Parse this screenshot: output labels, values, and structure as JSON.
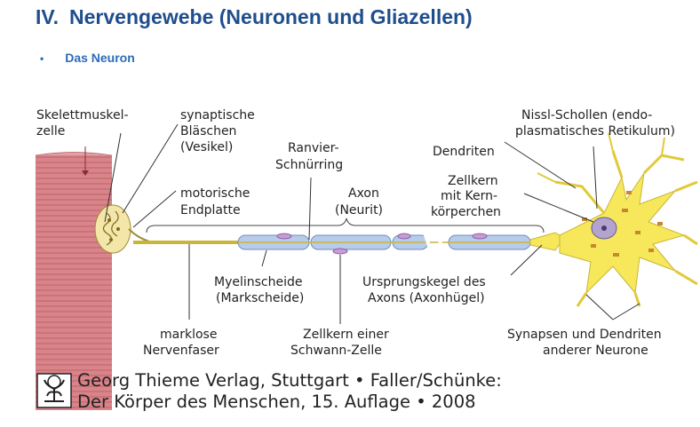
{
  "slide": {
    "number": "IV.",
    "title": "Nervengewebe (Neuronen und Gliazellen)",
    "bullet": "•",
    "subtitle": "Das Neuron"
  },
  "labels": {
    "skelettmuskel_1": "Skelettmuskel-",
    "skelettmuskel_2": "zelle",
    "synaptische_1": "synaptische",
    "synaptische_2": "Bläschen",
    "synaptische_3": "(Vesikel)",
    "ranvier_1": "Ranvier-",
    "ranvier_2": "Schnürring",
    "motorische_1": "motorische",
    "motorische_2": "Endplatte",
    "axon_1": "Axon",
    "axon_2": "(Neurit)",
    "myelin_1": "Myelinscheide",
    "myelin_2": "(Markscheide)",
    "marklose_1": "marklose",
    "marklose_2": "Nervenfaser",
    "zellkern_schwann_1": "Zellkern einer",
    "zellkern_schwann_2": "Schwann-Zelle",
    "nissl_1": "Nissl-Schollen (endo-",
    "nissl_2": "plasmatisches Retikulum)",
    "dendriten": "Dendriten",
    "zellkern_1": "Zellkern",
    "zellkern_2": "mit Kern-",
    "zellkern_3": "körperchen",
    "ursprung_1": "Ursprungskegel des",
    "ursprung_2": "Axons (Axonhügel)",
    "synapsen_1": "Synapsen und Dendriten",
    "synapsen_2": "anderer Neurone"
  },
  "credit": {
    "line1": "Georg Thieme Verlag, Stuttgart • Faller/Schünke:",
    "line2": "Der Körper des Menschen, 15. Auflage • 2008"
  },
  "colors": {
    "title": "#1f4e8c",
    "subtitle": "#2b6cb8",
    "muscle": "#d9848a",
    "myelin": "#b8cbe9",
    "neuron": "#f6e85a",
    "nissl": "#c8872f",
    "nucleus": "#b3a3cf"
  }
}
